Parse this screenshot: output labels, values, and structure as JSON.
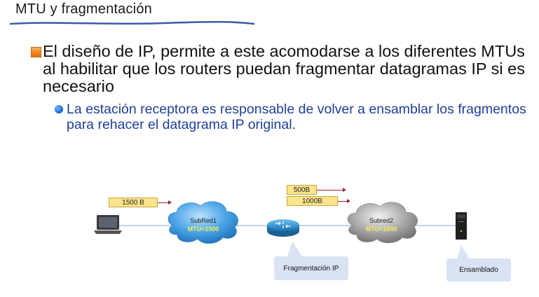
{
  "slide": {
    "title": "MTU y fragmentación",
    "bullet_main": "El diseño de IP, permite a este acomodarse a los diferentes MTUs al habilitar que los routers puedan fragmentar datagramas IP si es necesario",
    "bullet_sub": "La estación receptora es responsable de volver a ensamblar los fragmentos para rehacer el datagrama IP original."
  },
  "diagram": {
    "packet_left": "1500 B",
    "packet_small": "500B",
    "packet_large": "1000B",
    "cloud1_name": "SubRed1",
    "cloud1_mtu": "MTU=1500",
    "cloud2_name": "Subred2",
    "cloud2_mtu": "MTU=1000",
    "callout_router": "Fragmentación IP",
    "callout_server": "Ensamblado"
  },
  "colors": {
    "title_underline": "#3b5ba5",
    "bullet_sub_text": "#1f3f9a",
    "cloud1": "#5aaee8",
    "cloud2": "#9a9a9a",
    "mtu_text": "#f2ee5a",
    "packet_label": "#fbe48b",
    "arrow": "#a0222d",
    "callout_bg": "#d9e3f4"
  },
  "icons": [
    "laptop-icon",
    "router-icon",
    "server-icon",
    "square-bullet-icon",
    "round-bullet-icon"
  ]
}
